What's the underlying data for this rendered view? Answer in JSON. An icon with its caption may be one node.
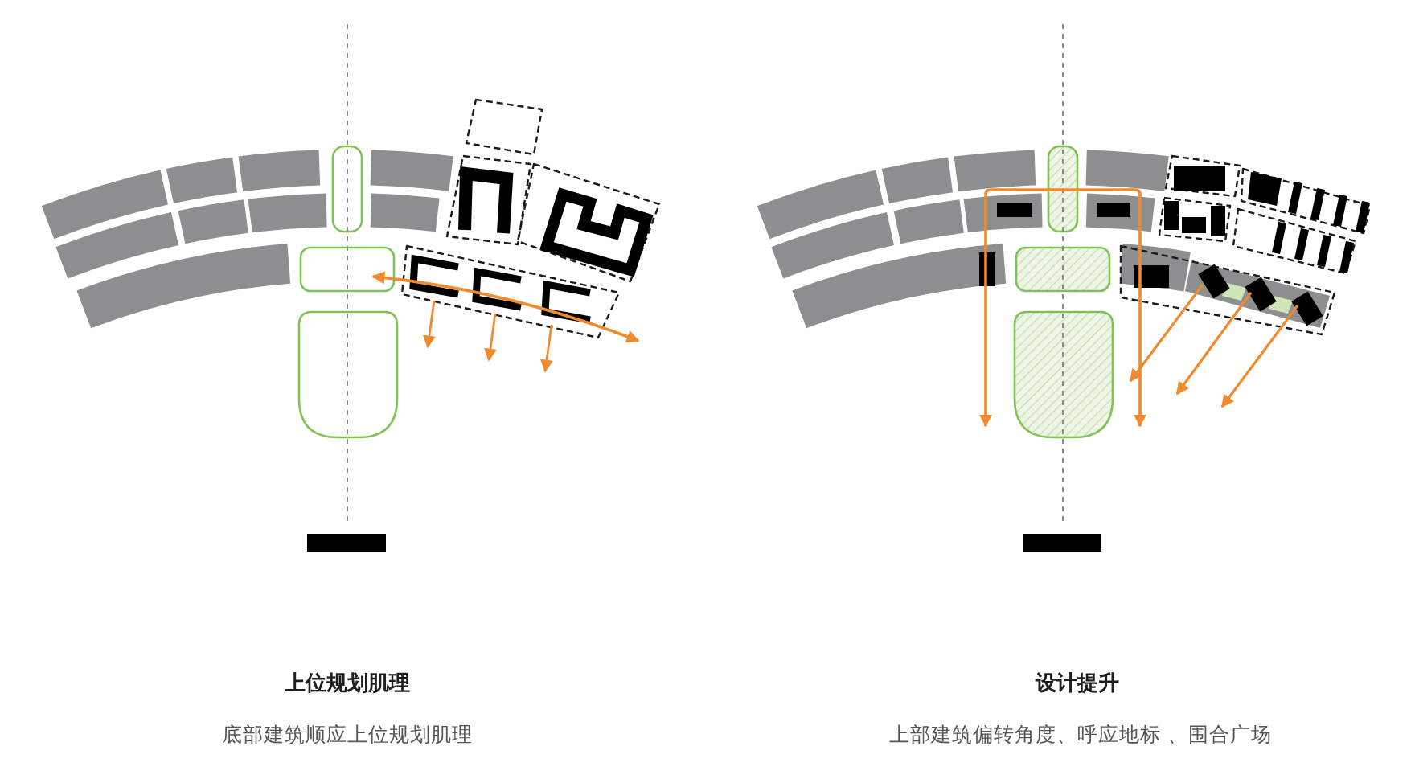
{
  "diagram": {
    "labels": [
      "上位规划肌理",
      "底部建筑顺应上位规划肌理",
      "设计提升",
      "上部建筑偏转角度、呼应地标 、围合广场"
    ]
  }
}
